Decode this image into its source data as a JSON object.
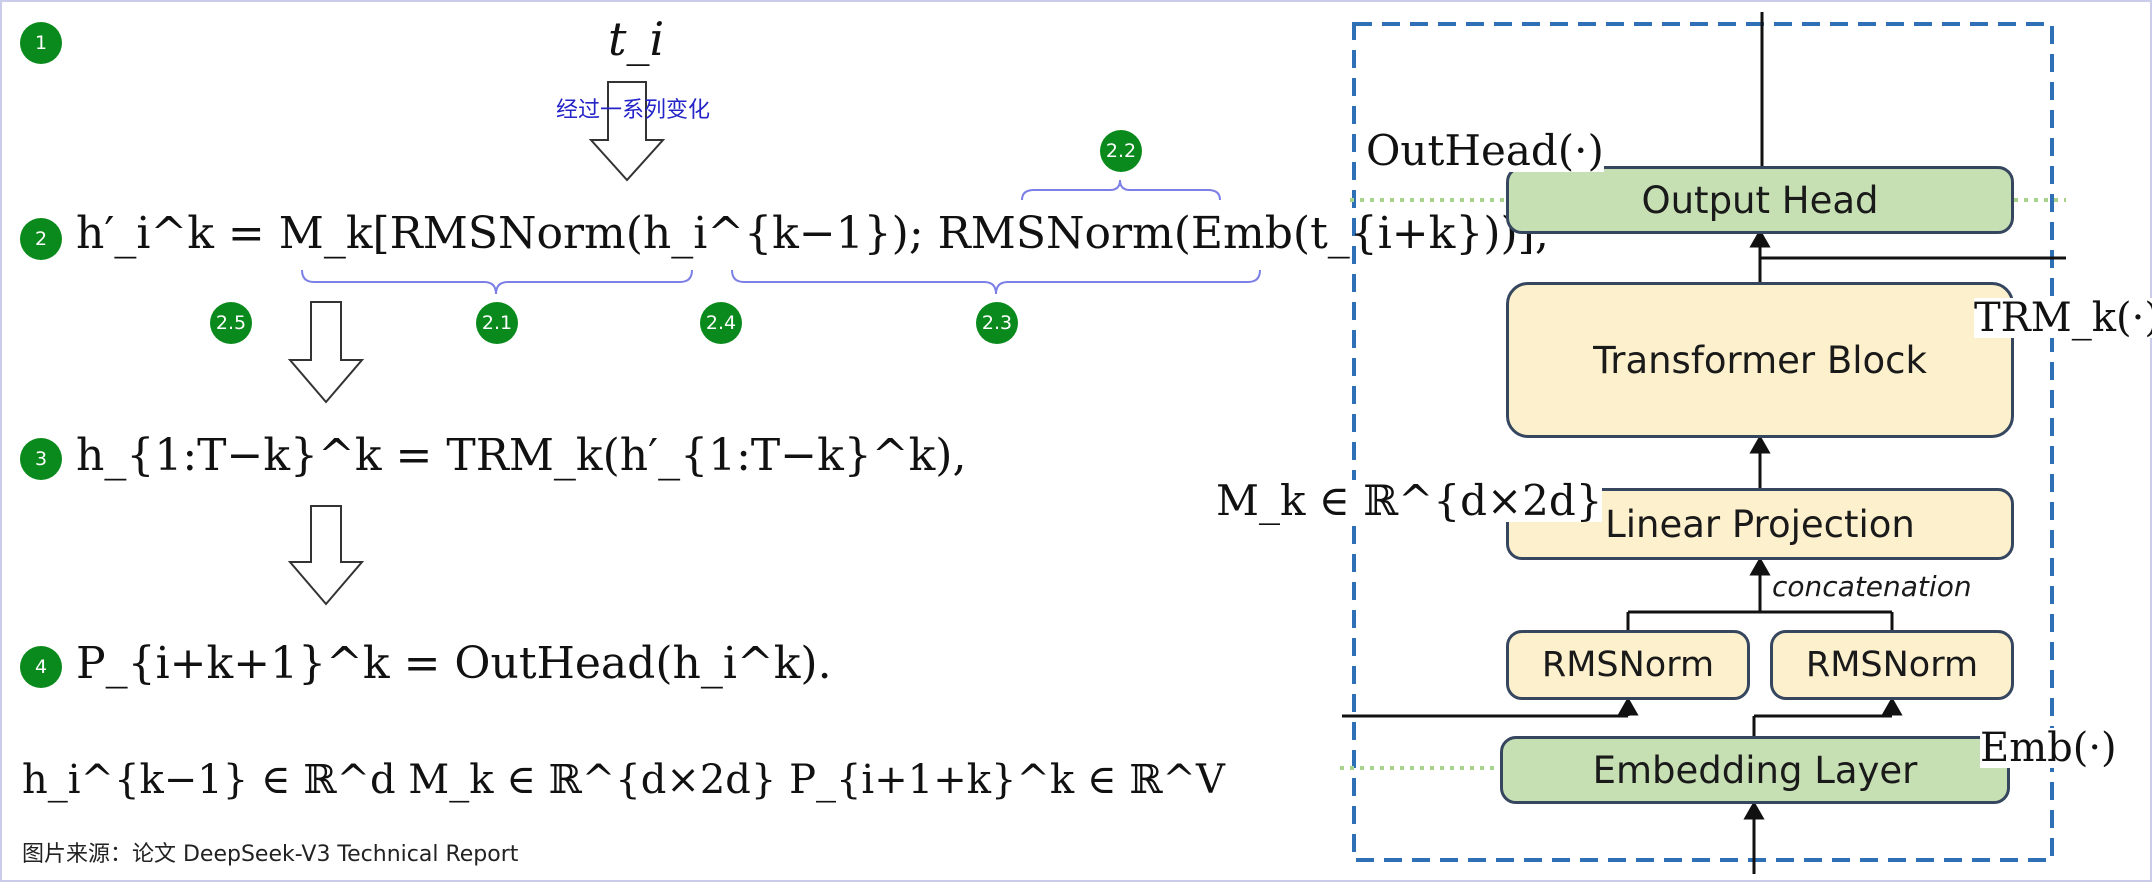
{
  "badges": {
    "b1": "1",
    "b2": "2",
    "b22": "2.2",
    "b25": "2.5",
    "b21": "2.1",
    "b24": "2.4",
    "b23": "2.3",
    "b3": "3",
    "b4": "4"
  },
  "annotation": "经过一系列变化",
  "equations": {
    "t_i": "t_i",
    "eq2": "h′_i^k = M_k[RMSNorm(h_i^{k−1}); RMSNorm(Emb(t_{i+k}))],",
    "eq3": "h_{1:T−k}^k = TRM_k(h′_{1:T−k}^k),",
    "eq4": "P_{i+k+1}^k = OutHead(h_i^k).",
    "dims": "h_i^{k−1} ∈ ℝ^d   M_k ∈ ℝ^{d×2d}   P_{i+1+k}^k ∈ ℝ^V"
  },
  "caption": "图片来源：论文 DeepSeek-V3 Technical Report",
  "diagram": {
    "boxes": {
      "output_head": "Output Head",
      "transformer_block": "Transformer Block",
      "linear_projection": "Linear Projection",
      "rmsnorm_left": "RMSNorm",
      "rmsnorm_right": "RMSNorm",
      "embedding_layer": "Embedding Layer"
    },
    "concatenation": "concatenation",
    "labels": {
      "outhead": "OutHead(·)",
      "trm": "TRM_k(·)",
      "mk": "M_k ∈ ℝ^{d×2d}",
      "emb": "Emb(·)"
    }
  },
  "colors": {
    "badge": "#0a8a1c",
    "annotation": "#2424c8",
    "brace": "#7b7fe6",
    "dashed_border": "#2f6fb5",
    "green_box": "#c6e0b4",
    "yellow_box": "#fdf0cd"
  }
}
